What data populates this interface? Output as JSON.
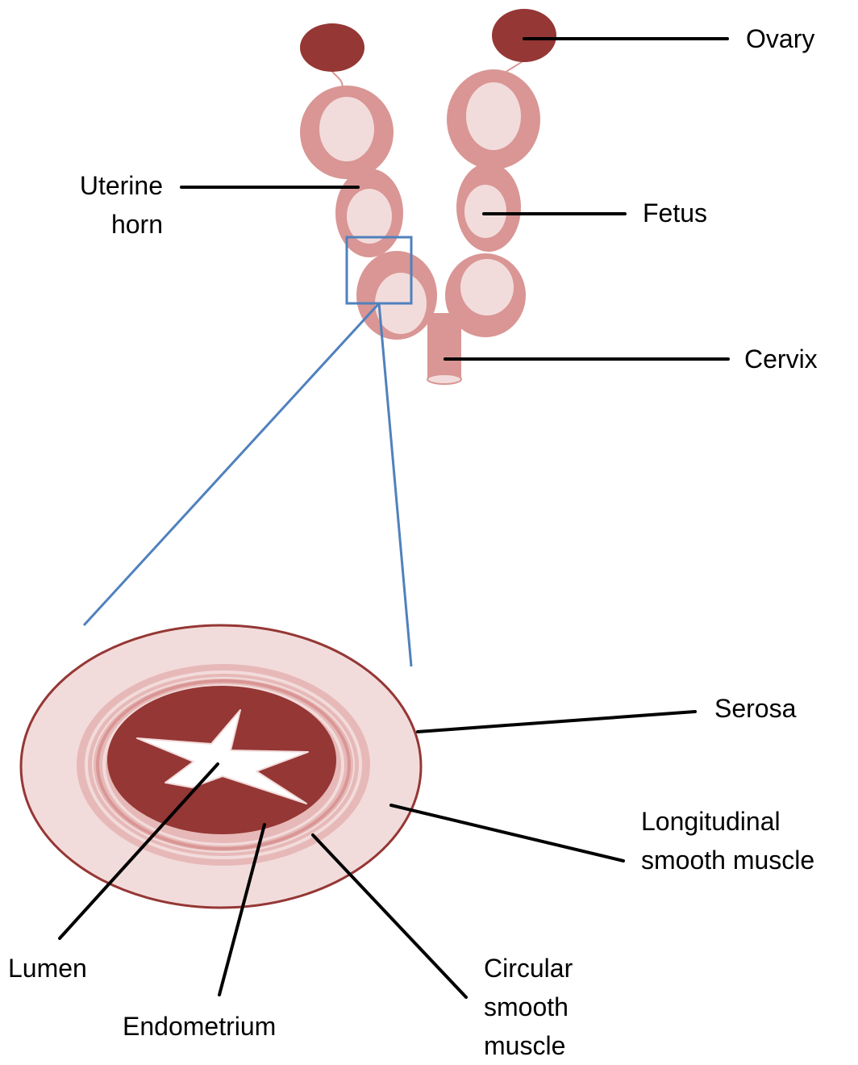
{
  "colors": {
    "ovary": "#953735",
    "uterine_wall": "#d99694",
    "fetus": "#f2dcdb",
    "box": "#4f81bd",
    "endometrium": "#953735",
    "serosa_outline": "#953735",
    "serosa_fill": "#f2dcdb",
    "muscle_rings": "#e6b9b8",
    "lumen": "#ffffff",
    "leader_line": "#000000"
  },
  "labels": {
    "ovary": "Ovary",
    "uterine_horn": [
      "Uterine",
      "horn"
    ],
    "fetus": "Fetus",
    "cervix": "Cervix",
    "serosa": "Serosa",
    "longitudinal_muscle": [
      "Longitudinal",
      "smooth muscle"
    ],
    "lumen": "Lumen",
    "endometrium": "Endometrium",
    "circular_muscle": [
      "Circular",
      "smooth",
      "muscle"
    ]
  }
}
